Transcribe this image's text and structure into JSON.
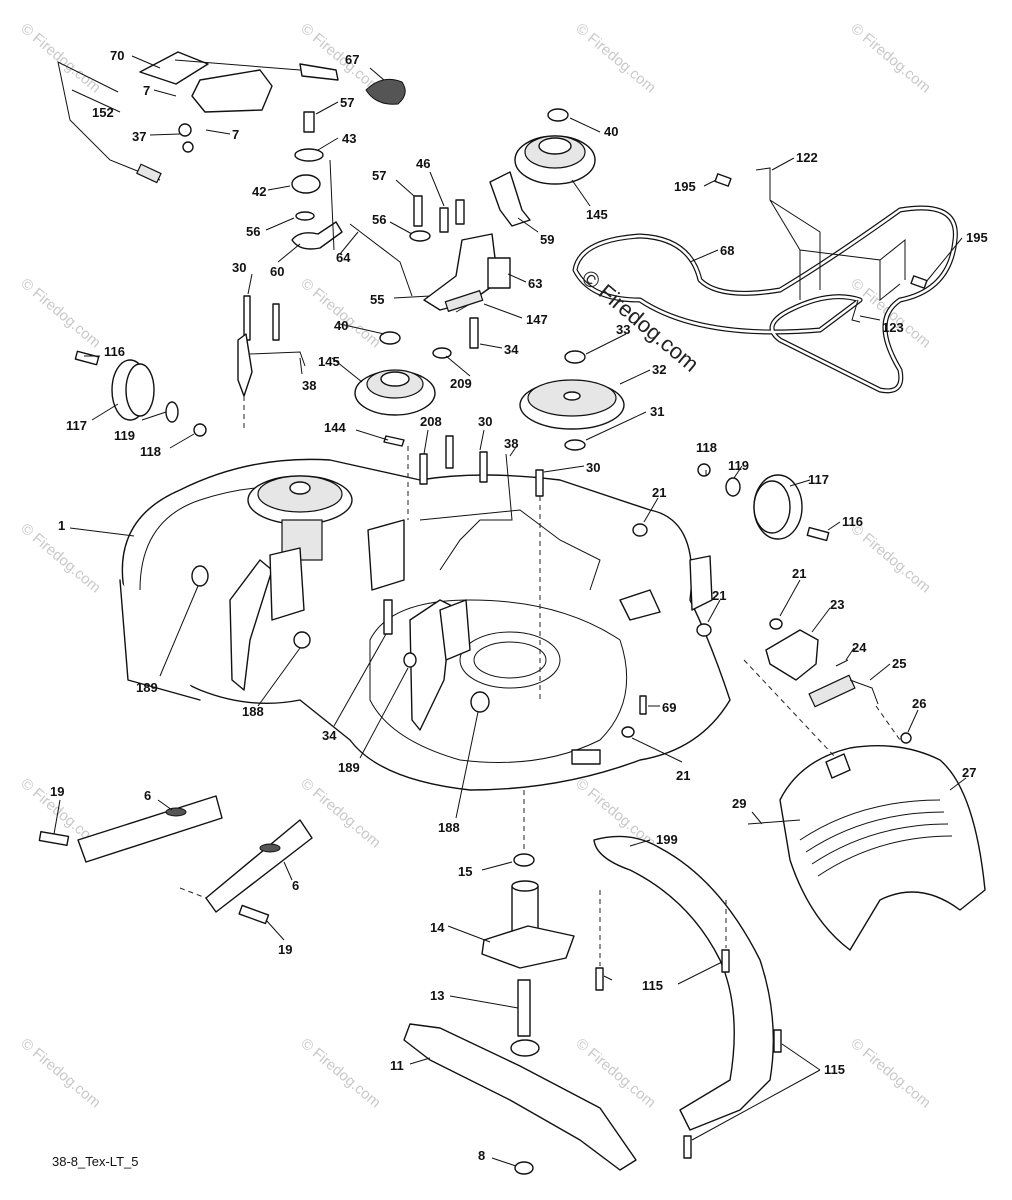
{
  "watermark": "© Firedog.com",
  "reference_code": "38-8_Tex-LT_5",
  "callouts": [
    {
      "id": "c70",
      "text": "70"
    },
    {
      "id": "c67",
      "text": "67"
    },
    {
      "id": "c7a",
      "text": "7"
    },
    {
      "id": "c152",
      "text": "152"
    },
    {
      "id": "c37",
      "text": "37"
    },
    {
      "id": "c7b",
      "text": "7"
    },
    {
      "id": "c57a",
      "text": "57"
    },
    {
      "id": "c43",
      "text": "43"
    },
    {
      "id": "c42",
      "text": "42"
    },
    {
      "id": "c56a",
      "text": "56"
    },
    {
      "id": "c60",
      "text": "60"
    },
    {
      "id": "c46",
      "text": "46"
    },
    {
      "id": "c57b",
      "text": "57"
    },
    {
      "id": "c56b",
      "text": "56"
    },
    {
      "id": "c64",
      "text": "64"
    },
    {
      "id": "c40a",
      "text": "40"
    },
    {
      "id": "c145a",
      "text": "145"
    },
    {
      "id": "c59",
      "text": "59"
    },
    {
      "id": "c122",
      "text": "122"
    },
    {
      "id": "c195a",
      "text": "195"
    },
    {
      "id": "c68",
      "text": "68"
    },
    {
      "id": "c195b",
      "text": "195"
    },
    {
      "id": "c123",
      "text": "123"
    },
    {
      "id": "c63",
      "text": "63"
    },
    {
      "id": "c55",
      "text": "55"
    },
    {
      "id": "c147",
      "text": "147"
    },
    {
      "id": "c30a",
      "text": "30"
    },
    {
      "id": "c38a",
      "text": "38"
    },
    {
      "id": "c40b",
      "text": "40"
    },
    {
      "id": "c145b",
      "text": "145"
    },
    {
      "id": "c34a",
      "text": "34"
    },
    {
      "id": "c209",
      "text": "209"
    },
    {
      "id": "c33",
      "text": "33"
    },
    {
      "id": "c32",
      "text": "32"
    },
    {
      "id": "c31",
      "text": "31"
    },
    {
      "id": "c116a",
      "text": "116"
    },
    {
      "id": "c117a",
      "text": "117"
    },
    {
      "id": "c119a",
      "text": "119"
    },
    {
      "id": "c118a",
      "text": "118"
    },
    {
      "id": "c144",
      "text": "144"
    },
    {
      "id": "c208",
      "text": "208"
    },
    {
      "id": "c30b",
      "text": "30"
    },
    {
      "id": "c38b",
      "text": "38"
    },
    {
      "id": "c30c",
      "text": "30"
    },
    {
      "id": "c118b",
      "text": "118"
    },
    {
      "id": "c119b",
      "text": "119"
    },
    {
      "id": "c117b",
      "text": "117"
    },
    {
      "id": "c116b",
      "text": "116"
    },
    {
      "id": "c1",
      "text": "1"
    },
    {
      "id": "c21a",
      "text": "21"
    },
    {
      "id": "c21b",
      "text": "21"
    },
    {
      "id": "c21c",
      "text": "21"
    },
    {
      "id": "c23",
      "text": "23"
    },
    {
      "id": "c24",
      "text": "24"
    },
    {
      "id": "c25",
      "text": "25"
    },
    {
      "id": "c26",
      "text": "26"
    },
    {
      "id": "c27",
      "text": "27"
    },
    {
      "id": "c29",
      "text": "29"
    },
    {
      "id": "c21d",
      "text": "21"
    },
    {
      "id": "c69",
      "text": "69"
    },
    {
      "id": "c189a",
      "text": "189"
    },
    {
      "id": "c188a",
      "text": "188"
    },
    {
      "id": "c34b",
      "text": "34"
    },
    {
      "id": "c189b",
      "text": "189"
    },
    {
      "id": "c188b",
      "text": "188"
    },
    {
      "id": "c19a",
      "text": "19"
    },
    {
      "id": "c6a",
      "text": "6"
    },
    {
      "id": "c6b",
      "text": "6"
    },
    {
      "id": "c19b",
      "text": "19"
    },
    {
      "id": "c15",
      "text": "15"
    },
    {
      "id": "c14",
      "text": "14"
    },
    {
      "id": "c199",
      "text": "199"
    },
    {
      "id": "c13",
      "text": "13"
    },
    {
      "id": "c115a",
      "text": "115"
    },
    {
      "id": "c11",
      "text": "11"
    },
    {
      "id": "c115b",
      "text": "115"
    },
    {
      "id": "c8",
      "text": "8"
    }
  ]
}
